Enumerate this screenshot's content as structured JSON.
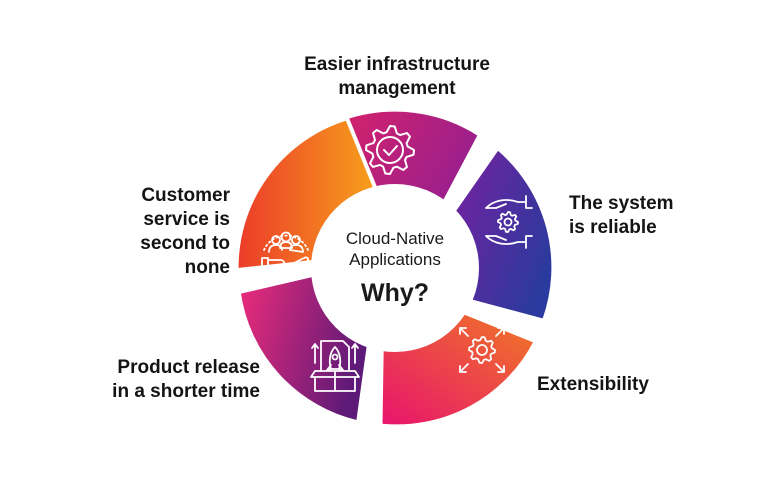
{
  "center": {
    "line1": "Cloud-Native",
    "line2": "Applications",
    "question": "Why?"
  },
  "segments": [
    {
      "id": "infrastructure",
      "label_lines": [
        "Easier infrastructure",
        "management"
      ],
      "icon": "gear-check-icon",
      "colors": [
        "#e8235f",
        "#9c1f8c"
      ]
    },
    {
      "id": "reliable",
      "label_lines": [
        "The system",
        "is reliable"
      ],
      "icon": "hands-gear-icon",
      "colors": [
        "#7a1fa0",
        "#2b3a9e"
      ]
    },
    {
      "id": "extensibility",
      "label_lines": [
        "Extensibility"
      ],
      "icon": "gear-arrows-icon",
      "colors": [
        "#e8136e",
        "#f07a22"
      ]
    },
    {
      "id": "product-release",
      "label_lines": [
        "Product release",
        "in a shorter time"
      ],
      "icon": "rocket-box-icon",
      "colors": [
        "#e8237a",
        "#6c1a7e"
      ]
    },
    {
      "id": "customer-service",
      "label_lines": [
        "Customer",
        "service is",
        "second to none"
      ],
      "icon": "hand-people-icon",
      "colors": [
        "#ec3b2a",
        "#f7a21b"
      ]
    }
  ]
}
